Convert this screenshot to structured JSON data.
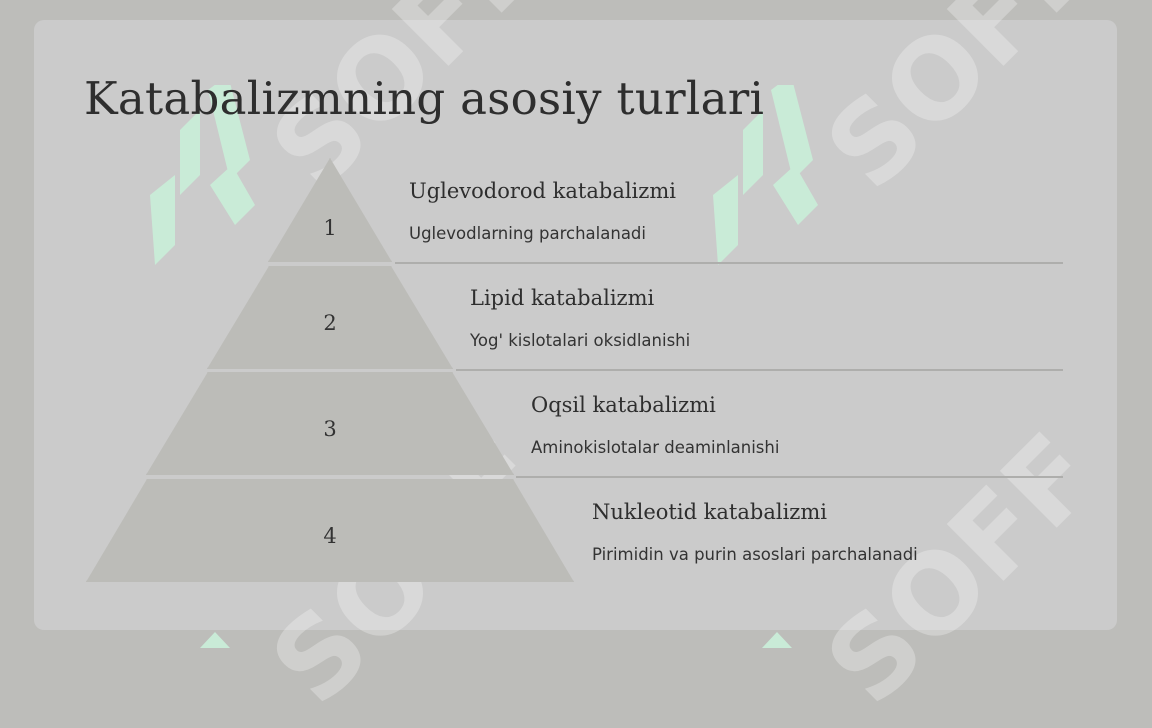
{
  "slide": {
    "title": "Katabalizmning asosiy turlari",
    "tiers": [
      {
        "number": "1",
        "heading": "Uglevodorod katabalizmi",
        "description": "Uglevodlarning parchalanadi"
      },
      {
        "number": "2",
        "heading": "Lipid katabalizmi",
        "description": "Yog' kislotalari oksidlanishi"
      },
      {
        "number": "3",
        "heading": "Oqsil katabalizmi",
        "description": "Aminokislotalar deaminlanishi"
      },
      {
        "number": "4",
        "heading": "Nukleotid katabalizmi",
        "description": "Pirimidin va purin asoslari parchalanadi"
      }
    ]
  },
  "watermark": {
    "text": "SOFF",
    "logo_color": "#c8e9d6",
    "icon": "soff-logo-icon"
  }
}
